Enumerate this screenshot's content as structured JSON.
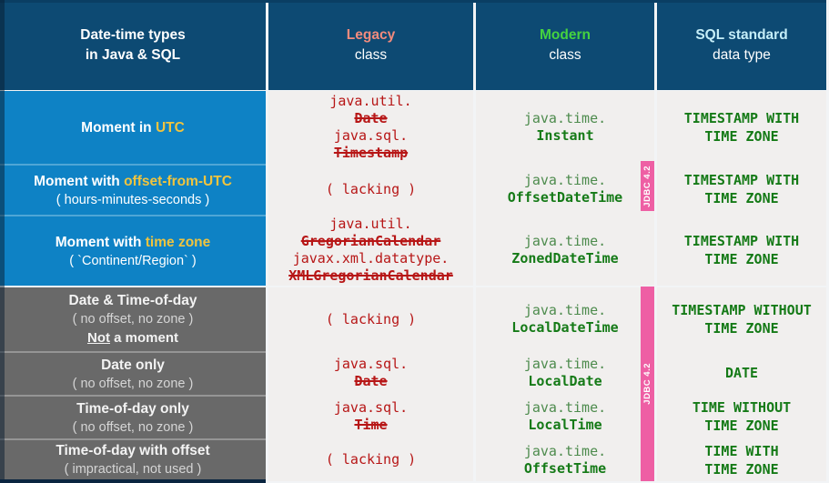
{
  "title": "Date-time types in Java & SQL",
  "jdbc_label": "JDBC 4.2",
  "colors": {
    "header_bg": "#0d4a73",
    "moment_row_bg": "#0e82c5",
    "not_moment_row_bg": "#696969",
    "body_bg": "#f1efee",
    "highlight_yellow": "#f0c43e",
    "legacy_red": "#b71616",
    "modern_green": "#157a17",
    "legacy_header_salmon": "#f28b7d",
    "modern_header_green": "#45d33f",
    "sql_header_cyan": "#c5eef8",
    "jdbc_pink": "#ee5fa4"
  },
  "header": {
    "types_line1": "Date-time types",
    "types_line2": "in Java & SQL",
    "legacy": {
      "title": "Legacy",
      "sub": "class"
    },
    "modern": {
      "title": "Modern",
      "sub": "class"
    },
    "sql": {
      "title": "SQL standard",
      "sub": "data type"
    }
  },
  "rows": [
    {
      "label_pre": "Moment in ",
      "label_highlight": "UTC",
      "legacy": [
        "java.util.",
        "Date",
        "java.sql.",
        "Timestamp"
      ],
      "modern": {
        "pkg": "java.time.",
        "cls": "Instant"
      },
      "sql": [
        "TIMESTAMP WITH",
        "TIME ZONE"
      ]
    },
    {
      "label_pre": "Moment with ",
      "label_highlight": "offset-from-UTC",
      "sublabel": "( hours-minutes-seconds )",
      "legacy": [
        "( lacking )"
      ],
      "modern": {
        "pkg": "java.time.",
        "cls": "OffsetDateTime"
      },
      "sql": [
        "TIMESTAMP WITH",
        "TIME ZONE"
      ]
    },
    {
      "label_pre": "Moment with ",
      "label_highlight": "time zone",
      "sublabel": "( `Continent/Region` )",
      "legacy": [
        "java.util.",
        "GregorianCalendar",
        "javax.xml.datatype.",
        "XMLGregorianCalendar"
      ],
      "modern": {
        "pkg": "java.time.",
        "cls": "ZonedDateTime"
      },
      "sql": [
        "TIMESTAMP WITH",
        "TIME ZONE"
      ]
    },
    {
      "label_pre": "Date & Time-of-day",
      "sublabel": "( no offset, no zone )",
      "note_underline": "Not",
      "note_rest": " a moment",
      "legacy": [
        "( lacking )"
      ],
      "modern": {
        "pkg": "java.time.",
        "cls": "LocalDateTime"
      },
      "sql": [
        "TIMESTAMP WITHOUT",
        "TIME ZONE"
      ]
    },
    {
      "label_pre": "Date only",
      "sublabel": "( no offset, no zone )",
      "legacy": [
        "java.sql.",
        "Date"
      ],
      "modern": {
        "pkg": "java.time.",
        "cls": "LocalDate"
      },
      "sql": [
        "DATE"
      ]
    },
    {
      "label_pre": "Time-of-day only",
      "sublabel": "( no offset, no zone )",
      "legacy": [
        "java.sql.",
        "Time"
      ],
      "modern": {
        "pkg": "java.time.",
        "cls": "LocalTime"
      },
      "sql": [
        "TIME WITHOUT",
        "TIME ZONE"
      ]
    },
    {
      "label_pre": "Time-of-day with offset",
      "sublabel": "( impractical, not used )",
      "legacy": [
        "( lacking )"
      ],
      "modern": {
        "pkg": "java.time.",
        "cls": "OffsetTime"
      },
      "sql": [
        "TIME WITH",
        "TIME ZONE"
      ]
    }
  ]
}
